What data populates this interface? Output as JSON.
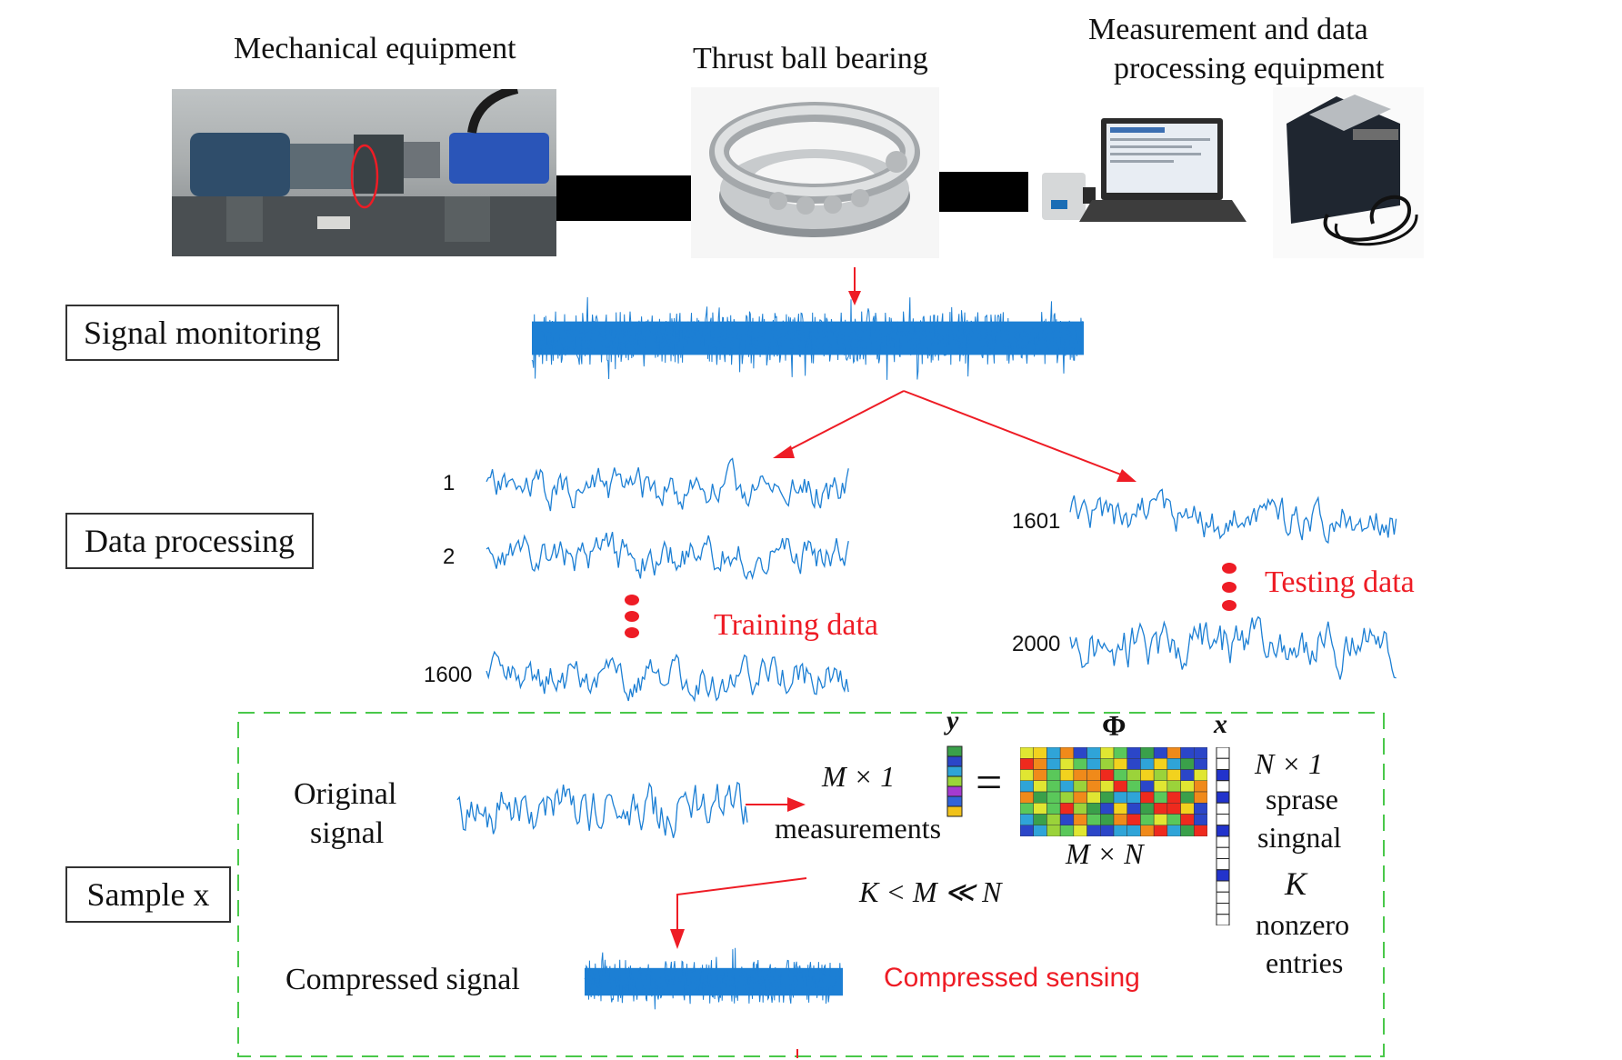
{
  "colors": {
    "signal_blue": "#1c7fd4",
    "accent_red": "#ee1c25",
    "dashed_green": "#49c84a",
    "box_border": "#333333",
    "connector_black": "#000000"
  },
  "header": {
    "mechanical_label": "Mechanical equipment",
    "bearing_label": "Thrust ball bearing",
    "measurement_label_line1": "Measurement and data",
    "measurement_label_line2": "processing equipment"
  },
  "stages": {
    "signal_monitoring": "Signal monitoring",
    "data_processing": "Data processing",
    "sample_x": "Sample x"
  },
  "data_split": {
    "training": {
      "label": "Training data",
      "indices": [
        "1",
        "2",
        "1600"
      ]
    },
    "testing": {
      "label": "Testing data",
      "indices": [
        "1601",
        "2000"
      ]
    }
  },
  "compressed_sensing": {
    "original_line1": "Original",
    "original_line2": "signal",
    "measurements_dim": "M × 1",
    "measurements_label": "measurements",
    "y_symbol": "y",
    "phi_symbol": "Φ",
    "x_symbol": "x",
    "matrix_dim": "M × N",
    "equals": "=",
    "sparse_dim": "N × 1",
    "sparse_line1": "sprase",
    "sparse_line2": "singnal",
    "k_symbol": "K",
    "nonzero_line1": "nonzero",
    "nonzero_line2": "entries",
    "inequality": "K < M ≪ N",
    "compressed_signal_label": "Compressed signal",
    "method_label": "Compressed sensing"
  }
}
